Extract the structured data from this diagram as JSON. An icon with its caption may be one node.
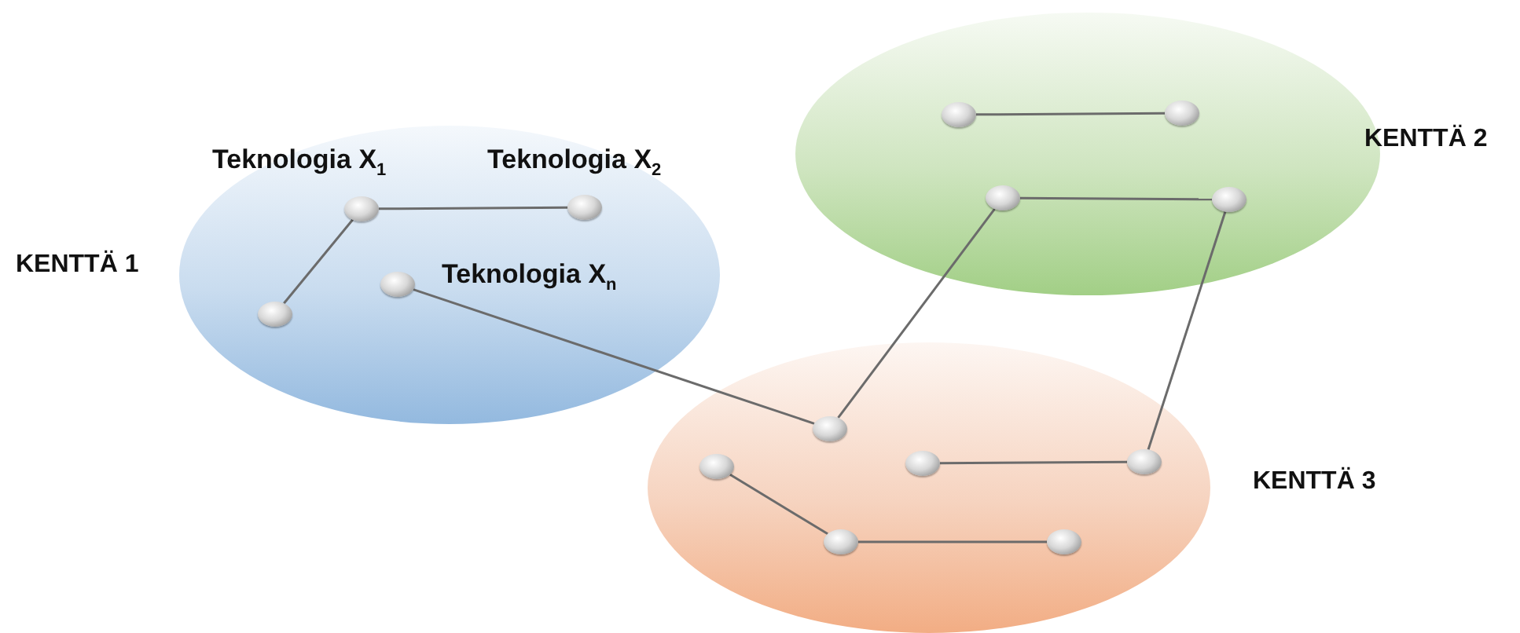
{
  "diagram": {
    "nodes": [
      {
        "text": [
          "KENTTÄ 1"
        ]
      },
      {
        "text": [],
        "shape": "circle",
        "in": 0
      },
      {
        "text": [],
        "shape": "circle",
        "in": 0,
        "beside": [
          "Teknologia X$_{1}$"
        ]
      },
      {
        "text": [],
        "shape": "circle",
        "in": 0,
        "beside": [
          "Teknologia X$_{2}$"
        ]
      },
      {
        "text": [],
        "shape": "circle",
        "in": 0,
        "beside": [
          "Teknologia X$_{n}$"
        ]
      },
      {
        "text": [
          "KENTTÄ 2"
        ]
      },
      {
        "text": [],
        "shape": "circle",
        "in": 5
      },
      {
        "text": [],
        "shape": "circle",
        "in": 5
      },
      {
        "text": [],
        "shape": "circle",
        "in": 5
      },
      {
        "text": [],
        "shape": "circle",
        "in": 5
      },
      {
        "text": [
          "KENTTÄ 3"
        ]
      },
      {
        "text": [],
        "shape": "circle",
        "in": 10
      },
      {
        "text": [],
        "shape": "circle",
        "in": 10
      },
      {
        "text": [],
        "shape": "circle",
        "in": 10
      },
      {
        "text": [],
        "shape": "circle",
        "in": 10
      },
      {
        "text": [],
        "shape": "circle",
        "in": 10
      },
      {
        "text": [],
        "shape": "circle",
        "in": 10
      }
    ],
    "edges": [
      {
        "from": 1,
        "to": 2,
        "arrow": "none"
      },
      {
        "from": 2,
        "to": 3,
        "arrow": "none"
      },
      {
        "from": 4,
        "to": 11,
        "arrow": "none"
      },
      {
        "from": 6,
        "to": 7,
        "arrow": "none"
      },
      {
        "from": 8,
        "to": 9,
        "arrow": "none"
      },
      {
        "from": 11,
        "to": 8,
        "arrow": "none"
      },
      {
        "from": 9,
        "to": 14,
        "arrow": "none"
      },
      {
        "from": 13,
        "to": 14,
        "arrow": "none"
      },
      {
        "from": 12,
        "to": 15,
        "arrow": "none"
      },
      {
        "from": 15,
        "to": 16,
        "arrow": "none"
      }
    ]
  }
}
